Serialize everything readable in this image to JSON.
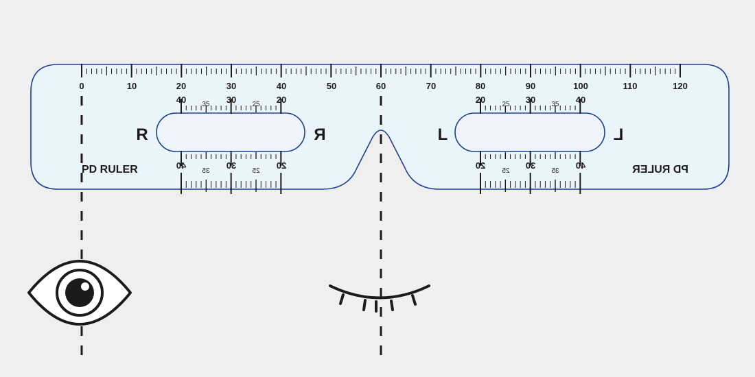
{
  "ruler": {
    "name": "PD RULER",
    "main_scale": [
      "0",
      "10",
      "20",
      "30",
      "40",
      "50",
      "60",
      "70",
      "80",
      "90",
      "100",
      "110",
      "120"
    ],
    "right_window_top_scale": [
      "40",
      "35",
      "30",
      "25",
      "20"
    ],
    "left_window_top_scale": [
      "20",
      "25",
      "30",
      "35",
      "40"
    ],
    "right_window_bottom_scale": [
      "40",
      "35",
      "30",
      "25",
      "20"
    ],
    "left_window_bottom_scale": [
      "20",
      "25",
      "30",
      "35",
      "40"
    ],
    "right_marker": "R",
    "right_marker_mirrored": "R",
    "left_marker": "L",
    "left_marker_mirrored": "L"
  },
  "colors": {
    "background": "#efefef",
    "ruler_fill": "#eaf4fb",
    "ruler_outline": "#1f3f8f",
    "ink": "#1b1b1b"
  },
  "icons": {
    "open_eye": "open-eye-icon",
    "closed_eye": "closed-eye-icon"
  }
}
